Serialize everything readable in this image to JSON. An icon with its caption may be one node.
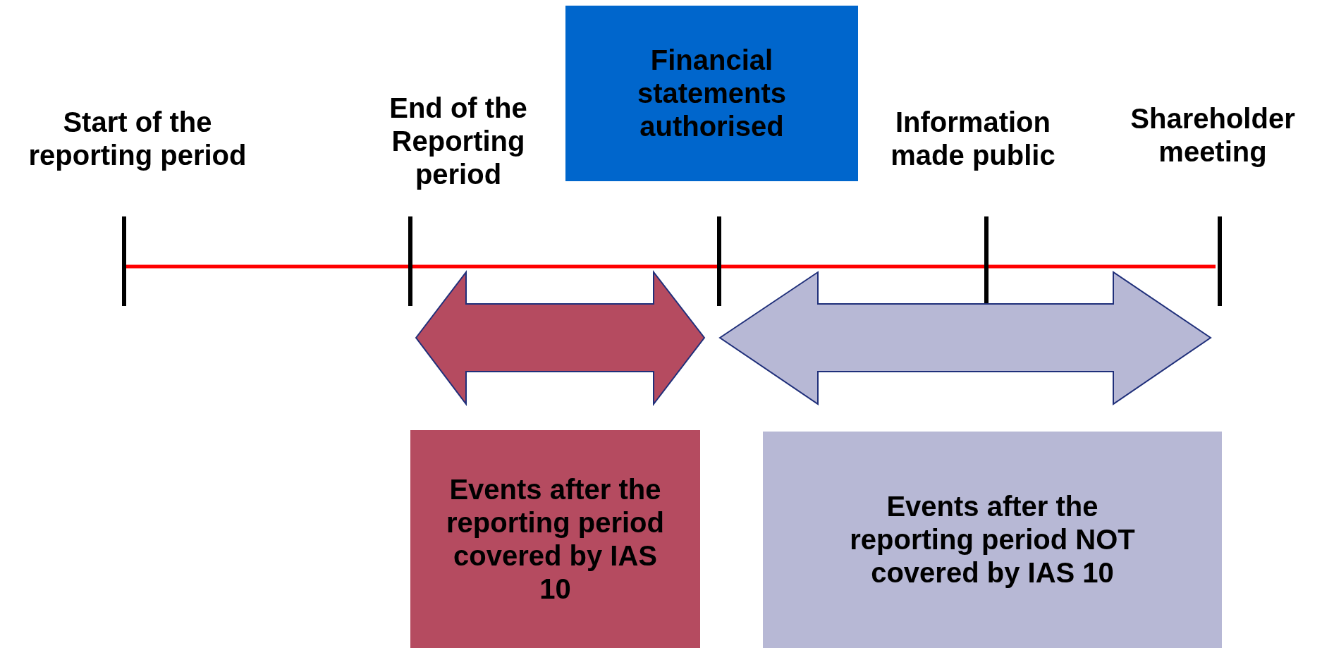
{
  "diagram": {
    "nodes": [
      {
        "text": [
          "Financial statements authorised"
        ]
      },
      {
        "text": [
          "Events after the reporting period covered by IAS 10"
        ]
      },
      {
        "text": [
          "Events after the reporting period NOT covered by IAS 10"
        ]
      }
    ],
    "labels": [
      "Start of the reporting period",
      "End of the Reporting period",
      "Information made public",
      "Shareholder meeting"
    ]
  }
}
